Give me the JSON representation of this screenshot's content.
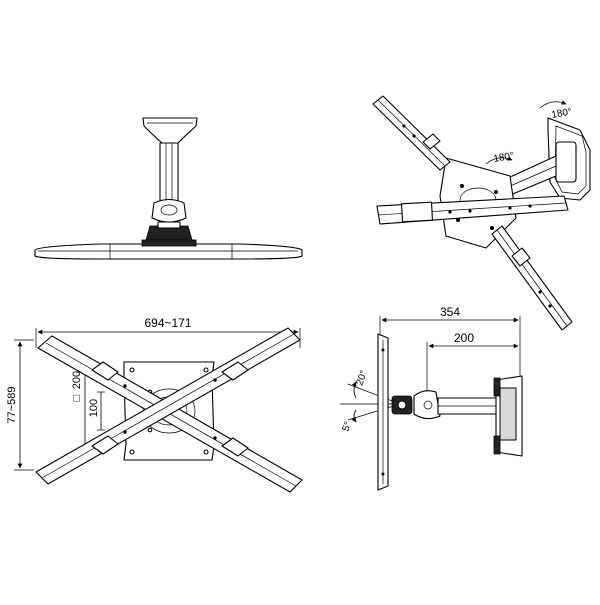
{
  "drawing": {
    "views": {
      "front": {
        "width_label": "694~171",
        "height_label": "77~589",
        "vesa_outer_label": "200",
        "vesa_outer_symbol": "□",
        "vesa_inner_label": "100"
      },
      "side": {
        "depth_label": "354",
        "arm_label": "200",
        "tilt_up_label": "20°",
        "tilt_down_label": "5°"
      },
      "iso": {
        "swivel_wall_label": "180°",
        "swivel_head_label": "180°"
      }
    },
    "colors": {
      "line": "#000000",
      "background": "#ffffff",
      "fill_dark": "#222222",
      "fill_grey": "#d8d8d8"
    }
  }
}
